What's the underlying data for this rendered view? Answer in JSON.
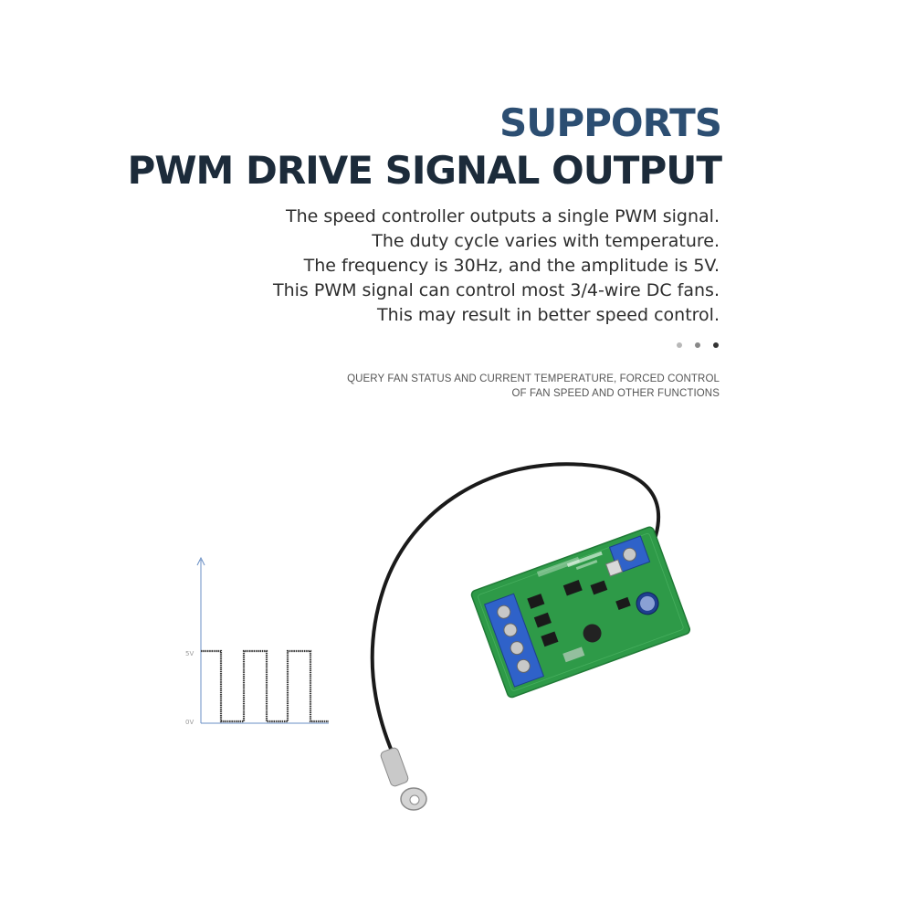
{
  "headline": {
    "line1": "SUPPORTS",
    "line2": "PWM DRIVE SIGNAL OUTPUT"
  },
  "description": [
    "The speed controller outputs a single PWM signal.",
    "The duty cycle varies with temperature.",
    "The frequency is 30Hz, and the amplitude is 5V.",
    "This PWM signal can control most 3/4-wire DC fans.",
    "This may result in better speed control."
  ],
  "pagination": {
    "count": 3,
    "active_index": 2
  },
  "caption": [
    "QUERY FAN STATUS AND CURRENT TEMPERATURE, FORCED CONTROL",
    "OF FAN SPEED AND OTHER FUNCTIONS"
  ],
  "waveform": {
    "high_label": "5V",
    "low_label": "0V"
  },
  "colors": {
    "headline_primary": "#2c4e72",
    "headline_secondary": "#1c2b3a",
    "pcb_green": "#2e9a48",
    "terminal_blue": "#2f62c9"
  },
  "icons": [
    "pwm-waveform-diagram",
    "pcb-board-photo",
    "temperature-probe-cable"
  ]
}
